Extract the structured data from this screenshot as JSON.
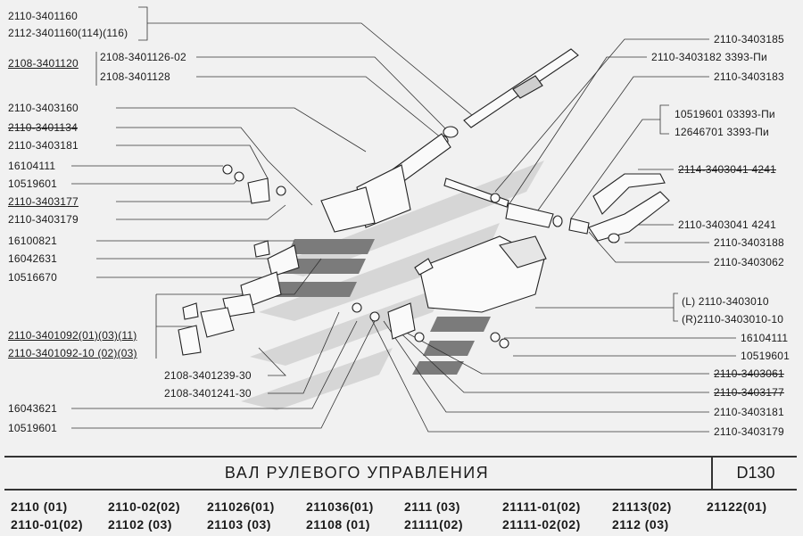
{
  "labels_left": [
    {
      "text": "2110-3401160",
      "style": ""
    },
    {
      "text": "2112-3401160(114)(116)",
      "style": ""
    },
    {
      "text": "2108-3401120",
      "style": "u"
    },
    {
      "text": "2108-3401126-02",
      "style": ""
    },
    {
      "text": "2108-3401128",
      "style": ""
    },
    {
      "text": "2110-3403160",
      "style": ""
    },
    {
      "text": "2110-3401134",
      "style": "s"
    },
    {
      "text": "2110-3403181",
      "style": ""
    },
    {
      "text": "16104111",
      "style": ""
    },
    {
      "text": "10519601",
      "style": ""
    },
    {
      "text": "2110-3403177",
      "style": "u"
    },
    {
      "text": "2110-3403179",
      "style": ""
    },
    {
      "text": "16100821",
      "style": ""
    },
    {
      "text": "16042631",
      "style": ""
    },
    {
      "text": "10516670",
      "style": ""
    },
    {
      "text": "2110-3401092(01)(03)(11)",
      "style": "u"
    },
    {
      "text": "2110-3401092-10 (02)(03)",
      "style": "u"
    },
    {
      "text": "2108-3401239-30",
      "style": ""
    },
    {
      "text": "2108-3401241-30",
      "style": ""
    },
    {
      "text": "16043621",
      "style": ""
    },
    {
      "text": "10519601",
      "style": ""
    }
  ],
  "labels_right": [
    {
      "text": "2110-3403185",
      "style": ""
    },
    {
      "text": "2110-3403182  3393-Пи",
      "style": ""
    },
    {
      "text": "2110-3403183",
      "style": ""
    },
    {
      "text": "10519601  03393-Пи",
      "style": ""
    },
    {
      "text": "12646701   3393-Пи",
      "style": ""
    },
    {
      "text": "2114-3403041  4241",
      "style": "s"
    },
    {
      "text": "2110-3403041  4241",
      "style": ""
    },
    {
      "text": "2110-3403188",
      "style": ""
    },
    {
      "text": "2110-3403062",
      "style": ""
    },
    {
      "text": "(L)     2110-3403010",
      "style": ""
    },
    {
      "text": "(R)2110-3403010-10",
      "style": ""
    },
    {
      "text": "16104111",
      "style": ""
    },
    {
      "text": "10519601",
      "style": ""
    },
    {
      "text": "2110-3403061",
      "style": "s"
    },
    {
      "text": "2110-3403177",
      "style": "s"
    },
    {
      "text": "2110-3403181",
      "style": ""
    },
    {
      "text": "2110-3403179",
      "style": ""
    }
  ],
  "title": "ВАЛ РУЛЕВОГО УПРАВЛЕНИЯ",
  "code": "D130",
  "models": [
    "2110     (01)",
    "2110-02(02)",
    "211026(01)",
    "211036(01)",
    "2111  (03)",
    "21111-01(02)",
    "21113(02)",
    "21122(01)",
    "2110-01(02)",
    "21102     (03)",
    "21103  (03)",
    "21108  (01)",
    "21111(02)",
    "21111-02(02)",
    "2112  (03)"
  ]
}
